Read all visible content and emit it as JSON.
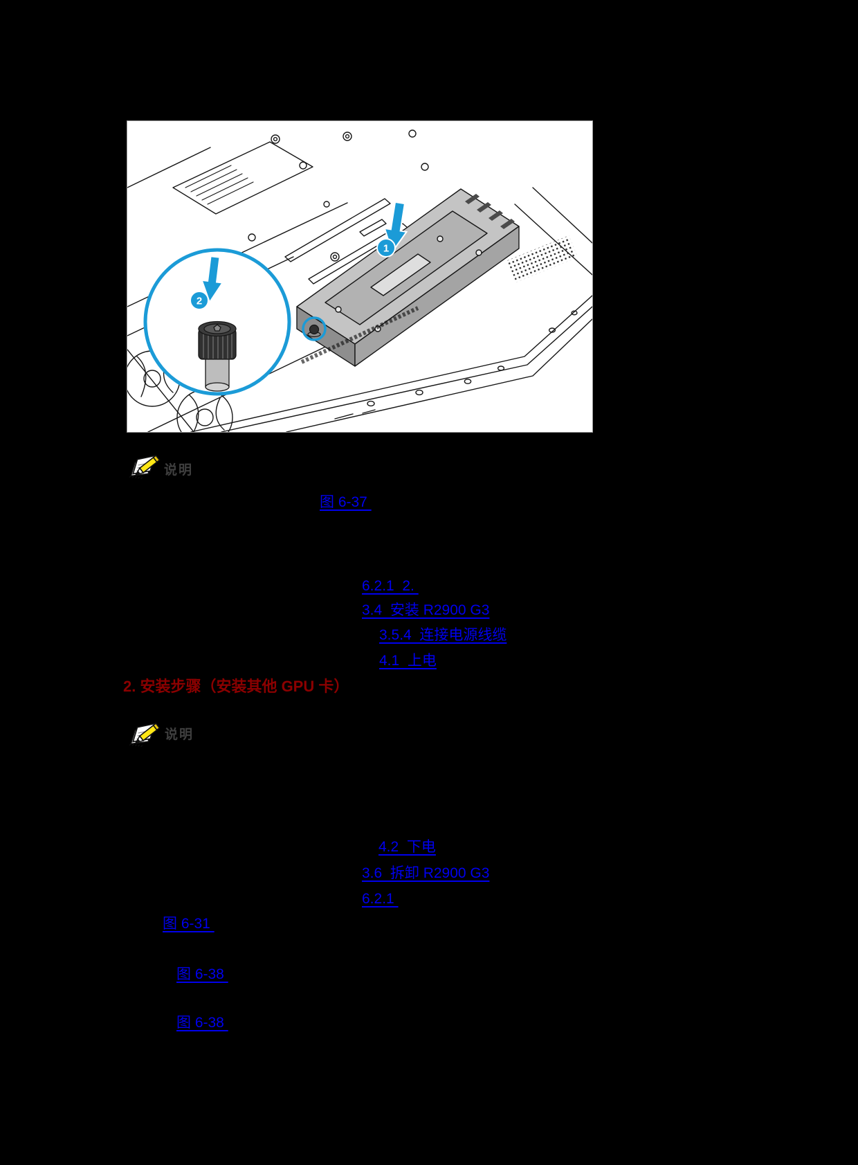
{
  "page": {
    "background": "#000000"
  },
  "heading": {
    "text": "2. 安装步骤（安装其他 GPU 卡）",
    "color": "#8b0000"
  },
  "notes": [
    {
      "label": "说明"
    },
    {
      "label": "说明"
    }
  ],
  "links": [
    {
      "text": "图 6-37 "
    },
    {
      "text": "6.2.1  2. "
    },
    {
      "text": "3.4  安装 R2900 G3"
    },
    {
      "text": "3.5.4  连接电源线缆"
    },
    {
      "text": "4.1  上电"
    },
    {
      "text": "4.2  下电"
    },
    {
      "text": "3.6  拆卸 R2900 G3"
    },
    {
      "text": "6.2.1 "
    },
    {
      "text": "图 6-31 "
    },
    {
      "text": "图 6-38 "
    },
    {
      "text": "图 6-38 "
    }
  ],
  "figure": {
    "badge1": "1",
    "badge2": "2",
    "accent_color": "#1b9bd7"
  },
  "colors": {
    "link": "#0000ee",
    "note_label": "#3f3f3f",
    "heading": "#8b0000",
    "figure_accent": "#1b9bd7"
  }
}
